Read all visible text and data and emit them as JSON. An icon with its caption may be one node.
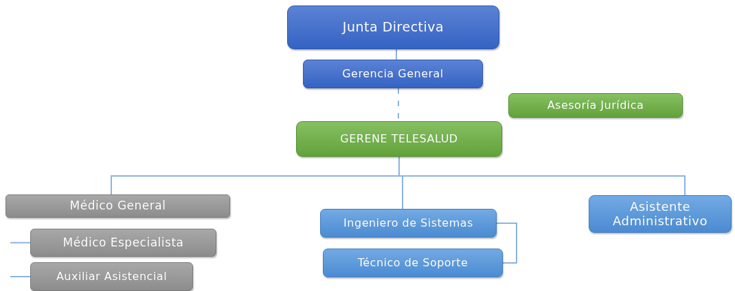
{
  "diagram": {
    "nodes": [
      {
        "text": [
          "Junta Directiva"
        ]
      },
      {
        "text": [
          "Gerencia General"
        ]
      },
      {
        "text": [
          "Asesoría Jurídica"
        ]
      },
      {
        "text": [
          "GERENE TELESALUD"
        ]
      },
      {
        "text": [
          "Médico General"
        ]
      },
      {
        "text": [
          "Médico Especialista"
        ]
      },
      {
        "text": [
          "Auxiliar Asistencial"
        ]
      },
      {
        "text": [
          "Ingeniero de Sistemas"
        ]
      },
      {
        "text": [
          "Técnico de Soporte"
        ]
      },
      {
        "text": [
          "Asistente Administrativo"
        ]
      }
    ],
    "edges": [
      {
        "from": 0,
        "to": 1,
        "arrow": "none"
      },
      {
        "from": 1,
        "to": 3,
        "arrow": "none",
        "style": "dashed"
      },
      {
        "from": 3,
        "to": 4,
        "arrow": "none"
      },
      {
        "from": 3,
        "to": 7,
        "arrow": "none"
      },
      {
        "from": 3,
        "to": 9,
        "arrow": "none"
      },
      {
        "from": 7,
        "to": 8,
        "arrow": "none"
      },
      {
        "from": null,
        "to": 5,
        "arrow": "none"
      },
      {
        "from": null,
        "to": 6,
        "arrow": "none"
      }
    ]
  }
}
